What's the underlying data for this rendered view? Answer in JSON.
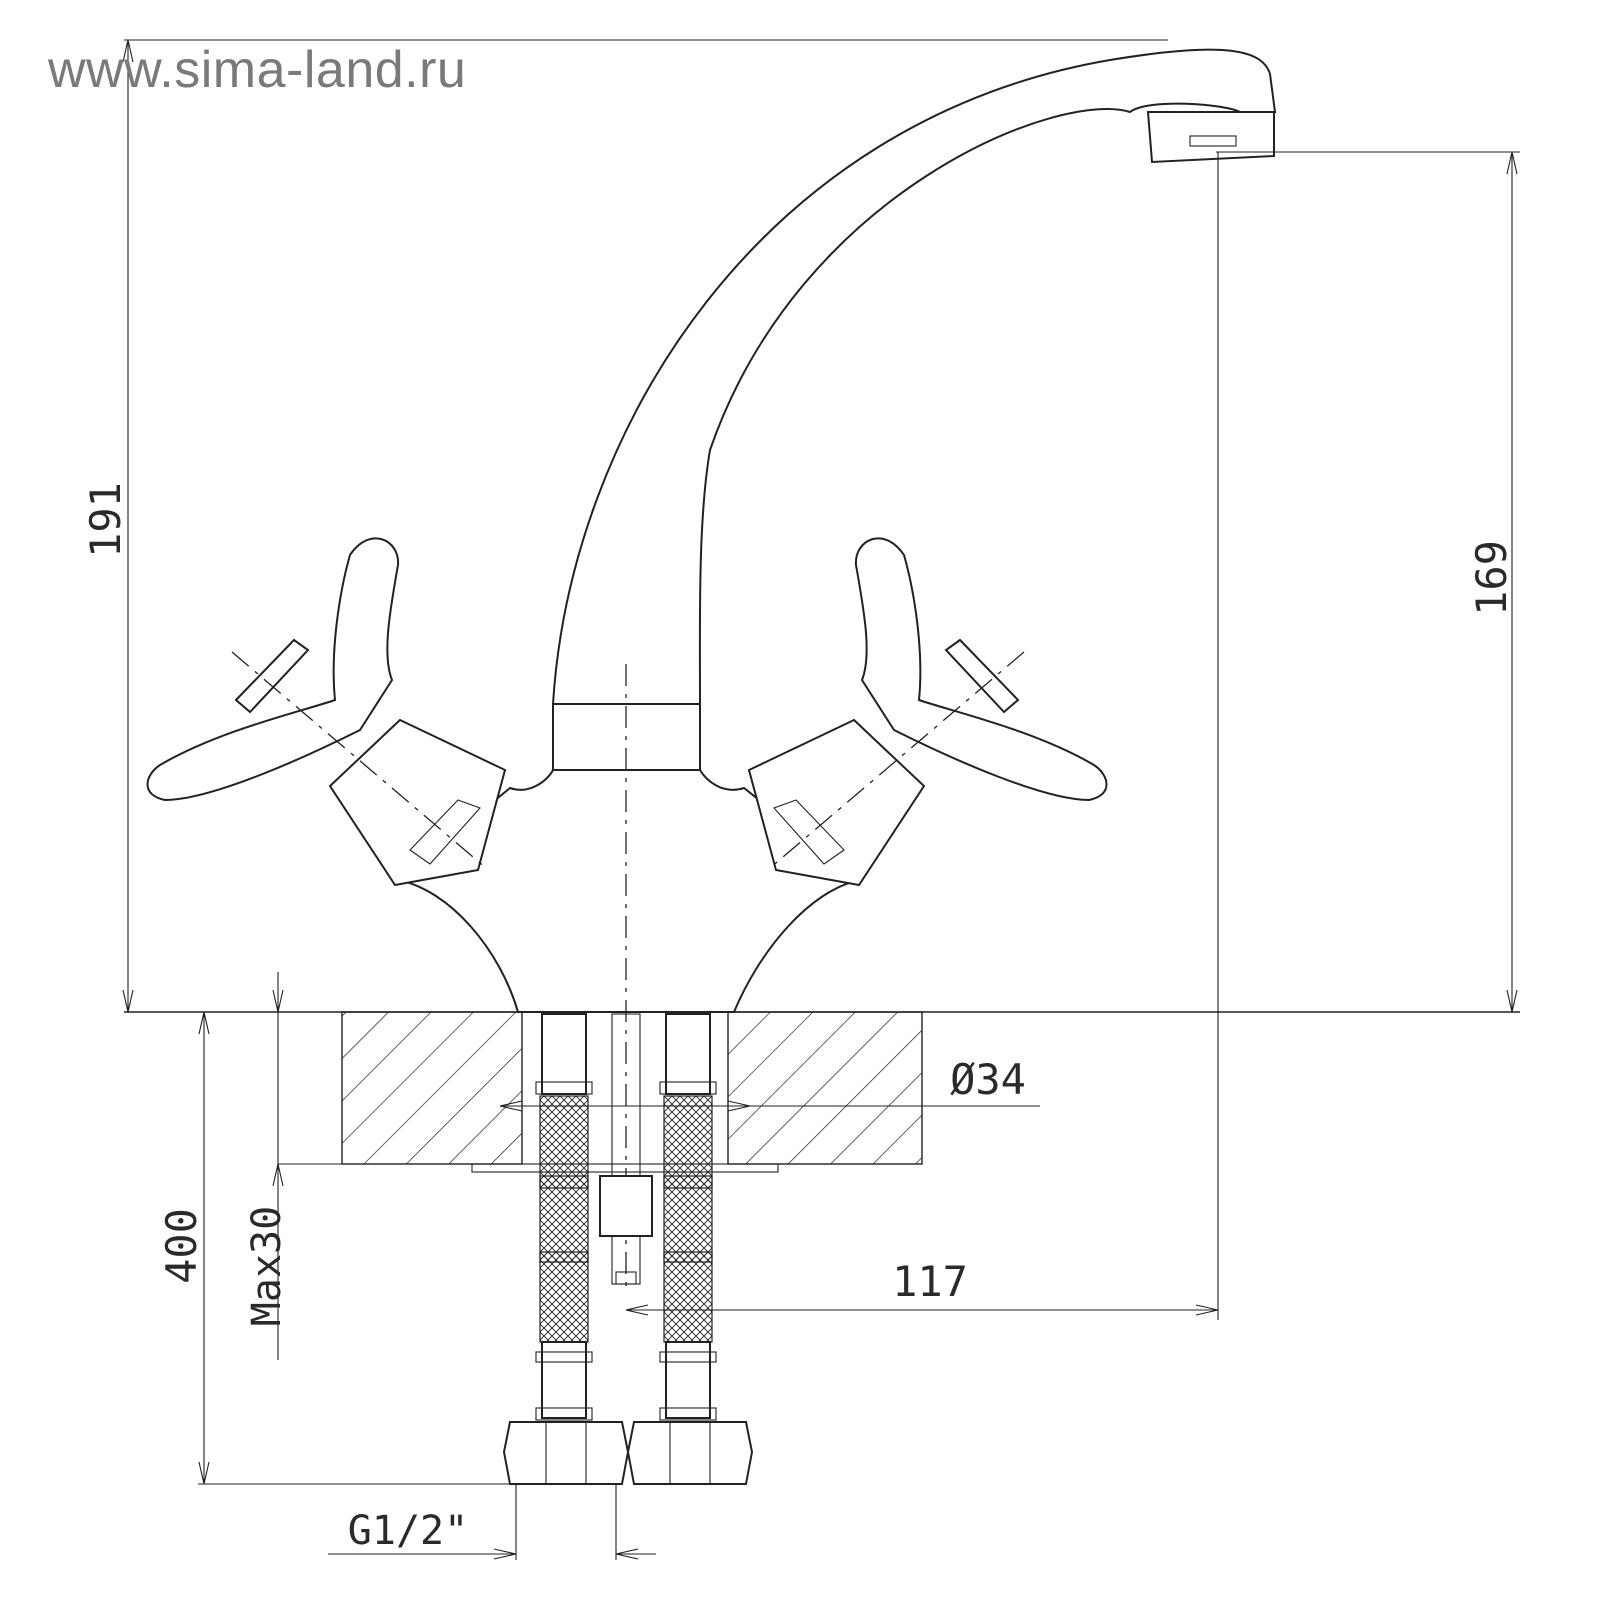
{
  "watermark": "www.sima-land.ru",
  "dimensions": {
    "total_height": "191",
    "spout_height": "169",
    "hose_length": "400",
    "max_thickness": "Max30",
    "hole_diameter": "Ø34",
    "spout_reach": "117",
    "thread": "G1/2\""
  },
  "colors": {
    "line": "#222222",
    "watermark": "#7a7a7a",
    "background": "#ffffff"
  }
}
